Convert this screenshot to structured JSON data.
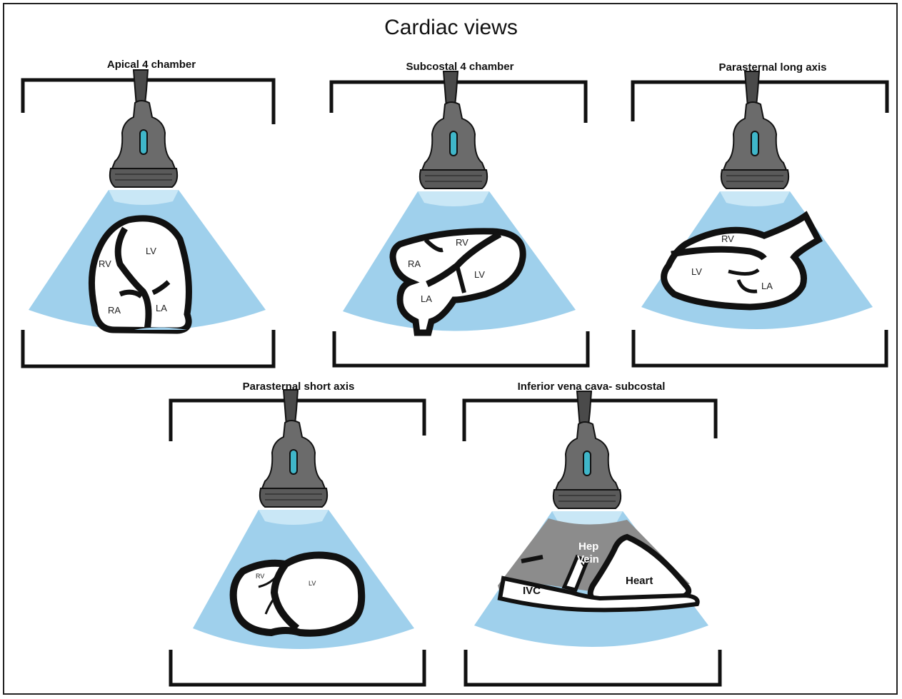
{
  "title": "Cardiac views",
  "views": [
    {
      "title": "Apical 4 chamber",
      "labels": [
        "LV",
        "RV",
        "RA",
        "LA"
      ]
    },
    {
      "title": "Subcostal 4 chamber",
      "labels": [
        "RV",
        "RA",
        "LV",
        "LA"
      ]
    },
    {
      "title": "Parasternal long axis",
      "labels": [
        "RV",
        "LV",
        "LA"
      ]
    },
    {
      "title": "Parasternal short axis",
      "labels": [
        "RV",
        "LV"
      ]
    },
    {
      "title": "Inferior vena cava- subcostal",
      "labels": [
        "Hep",
        "Vein",
        "Heart",
        "IVC"
      ]
    }
  ],
  "colors": {
    "fan": "#9fd0ec",
    "fan_top": "#c9e7f6",
    "probe": "#6b6b6b",
    "probe_dark": "#4a4a4a",
    "marker": "#3fb6c9",
    "outline": "#111111",
    "liver": "#8c8c8c"
  }
}
